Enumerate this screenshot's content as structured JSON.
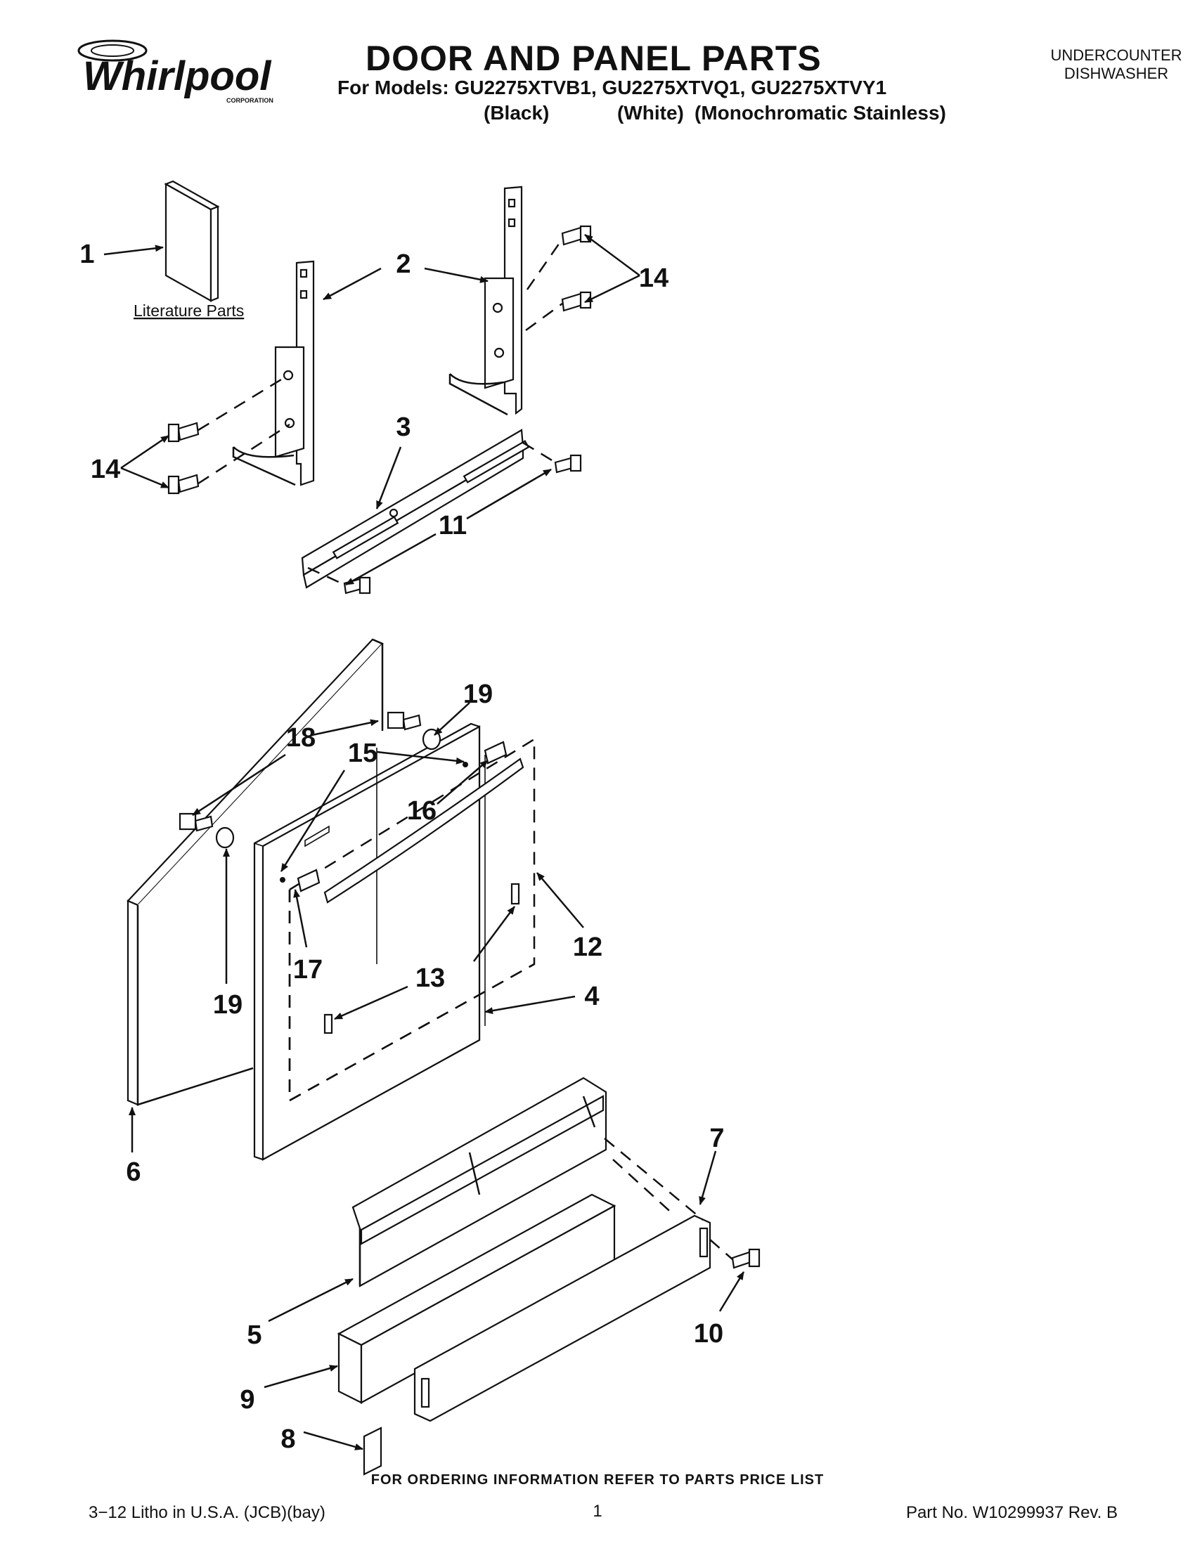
{
  "header": {
    "brand": "Whirlpool",
    "brand_sub": "CORPORATION",
    "title": "DOOR AND PANEL PARTS",
    "models_line": "For Models: GU2275XTVB1, GU2275XTVQ1, GU2275XTVY1",
    "variants": [
      "(Black)",
      "(White)",
      "(Monochromatic Stainless)"
    ],
    "product_line1": "UNDERCOUNTER",
    "product_line2": "DISHWASHER"
  },
  "literature_label": "Literature Parts",
  "callouts": [
    "1",
    "2",
    "14",
    "14",
    "3",
    "11",
    "19",
    "18",
    "15",
    "16",
    "17",
    "12",
    "13",
    "19",
    "4",
    "6",
    "7",
    "5",
    "10",
    "9",
    "8"
  ],
  "footer": {
    "order_note": "FOR ORDERING INFORMATION REFER TO PARTS PRICE LIST",
    "litho": "3−12 Litho in U.S.A. (JCB)(bay)",
    "page": "1",
    "part_no": "Part No. W10299937 Rev. B"
  },
  "icons": [
    "whirlpool-logo",
    "arrow"
  ]
}
